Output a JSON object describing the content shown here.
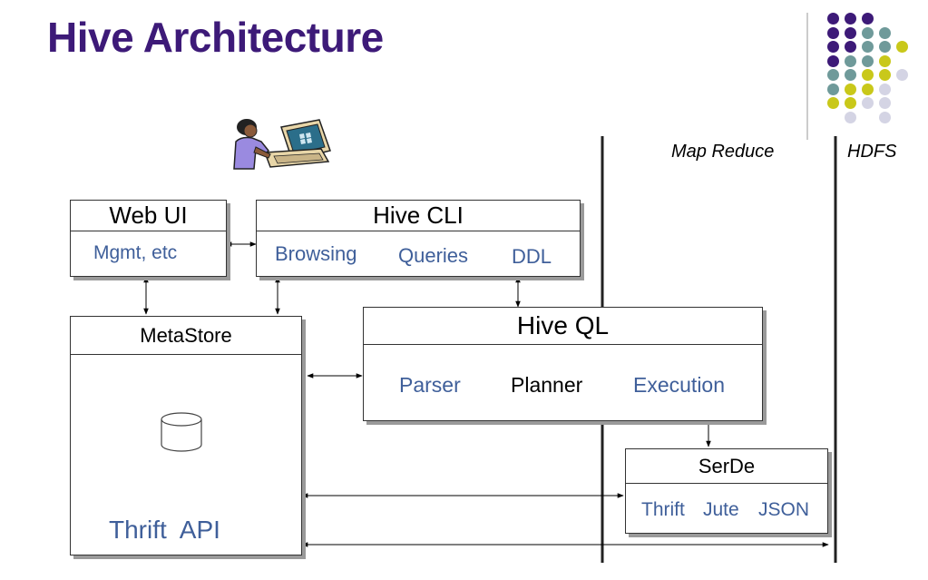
{
  "title": "Hive Architecture",
  "labels": {
    "map_reduce": "Map Reduce",
    "hdfs": "HDFS"
  },
  "web_ui": {
    "title": "Web UI",
    "body": "Mgmt, etc"
  },
  "hive_cli": {
    "title": "Hive CLI",
    "items": [
      "Browsing",
      "Queries",
      "DDL"
    ]
  },
  "metastore": {
    "title": "MetaStore",
    "api": "Thrift  API"
  },
  "hive_ql": {
    "title": "Hive QL",
    "items": [
      "Parser",
      "Planner",
      "Execution"
    ]
  },
  "serde": {
    "title": "SerDe",
    "items": [
      "Thrift",
      "Jute",
      "JSON"
    ]
  },
  "colors": {
    "title": "#3d1a78",
    "blue_text": "#3f5f9a",
    "dot_purple": "#3d1a78",
    "dot_teal": "#6f9a9a",
    "dot_yellow": "#c9c81a",
    "dot_lavender": "#d4d4e4"
  }
}
